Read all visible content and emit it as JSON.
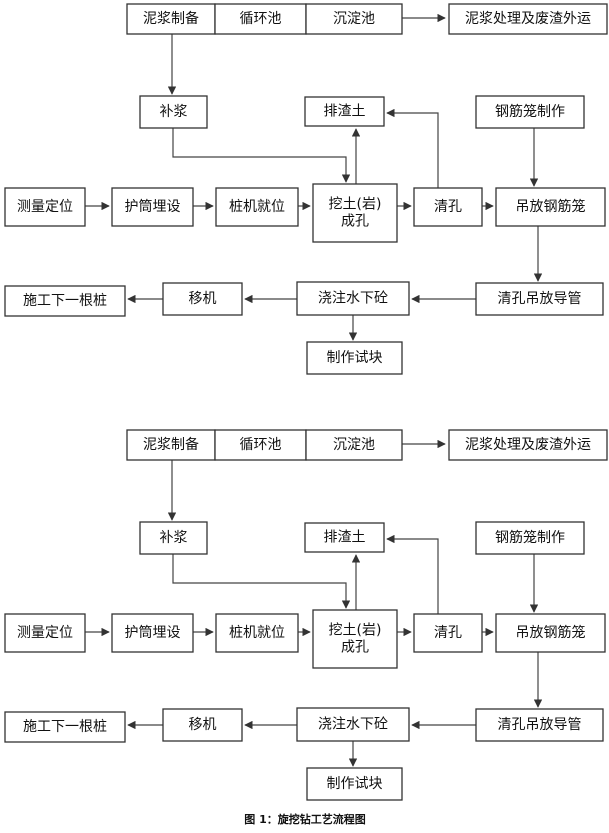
{
  "nodes": {
    "mud_prep": "泥浆制备",
    "circulation_pool": "循环池",
    "settling_pool": "沉淀池",
    "mud_disposal": "泥浆处理及废渣外运",
    "mud_supplement": "补浆",
    "muck_discharge": "排渣土",
    "cage_making": "钢筋笼制作",
    "survey": "测量定位",
    "casing": "护筒埋设",
    "rig_position": "桩机就位",
    "drill_line1": "挖土(岩)",
    "drill_line2": "成孔",
    "hole_cleaning": "清孔",
    "cage_lifting": "吊放钢筋笼",
    "next_pile": "施工下一根桩",
    "rig_move": "移机",
    "concrete_pour": "浇注水下砼",
    "clean_conduit": "清孔吊放导管",
    "test_block": "制作试块"
  },
  "caption": "图 1：旋挖钻工艺流程图"
}
